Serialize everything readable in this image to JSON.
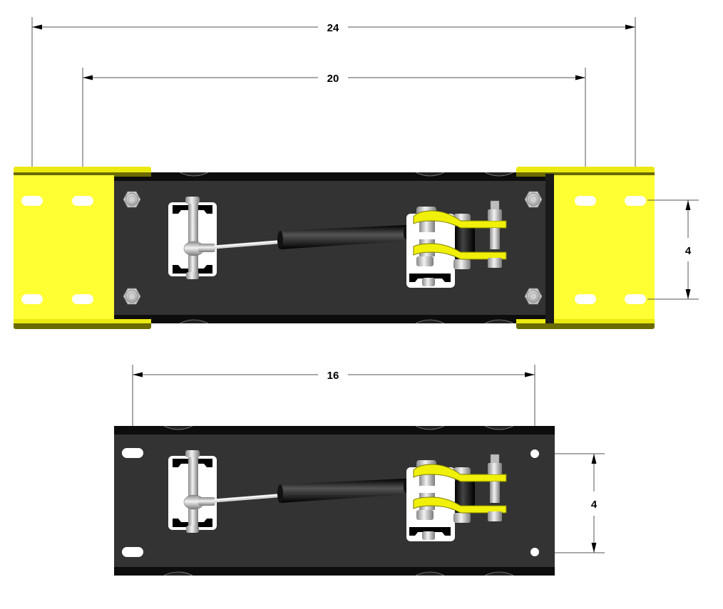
{
  "drawing": {
    "views": [
      {
        "id": "top-assembly",
        "description": "Mount plate with yellow extension brackets",
        "dimensions": {
          "overall_width": "24",
          "bracket_hole_span": "20",
          "vertical_hole_spacing": "4"
        }
      },
      {
        "id": "bottom-assembly",
        "description": "Mount plate without brackets",
        "dimensions": {
          "hole_span": "16",
          "vertical_hole_spacing": "4"
        }
      }
    ],
    "colors": {
      "bracket_yellow": "#ffff33",
      "bracket_shadow": "#6b6b00",
      "plate_dark": "#333333",
      "plate_edge": "#0d0d0d",
      "hardware_silver": "#c8c8c8",
      "strut_black": "#111111",
      "dimension_line": "#555555"
    }
  }
}
